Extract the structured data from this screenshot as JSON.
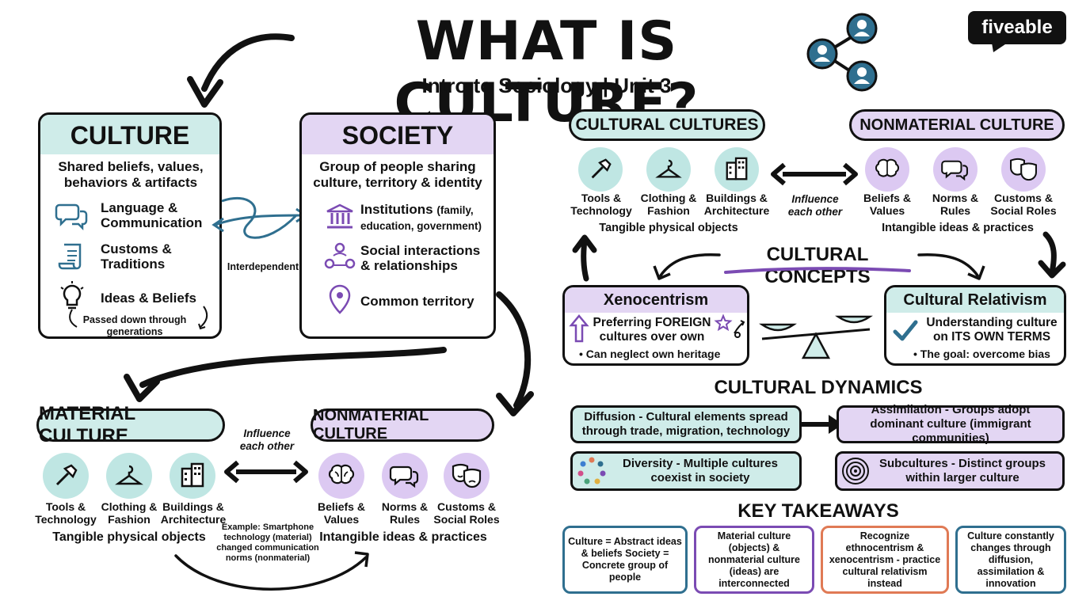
{
  "title": "WHAT IS CULTURE?",
  "subtitle": "Intro to Sociology | Unit 3",
  "brand": "fiveable",
  "culture_box": {
    "heading": "CULTURE",
    "definition": "Shared beliefs, values, behaviors & artifacts",
    "items": [
      {
        "icon": "speech-bubbles-icon",
        "label": "Language & Communication"
      },
      {
        "icon": "scroll-icon",
        "label": "Customs & Traditions"
      },
      {
        "icon": "lightbulb-icon",
        "label": "Ideas & Beliefs"
      }
    ],
    "note": "Passed down through generations"
  },
  "link_label": "Interdependent",
  "society_box": {
    "heading": "SOCIETY",
    "definition": "Group of people sharing culture, territory & identity",
    "items": [
      {
        "icon": "institution-icon",
        "label": "Institutions",
        "detail": "(family, education, government)"
      },
      {
        "icon": "people-network-icon",
        "label": "Social interactions & relationships"
      },
      {
        "icon": "map-pin-icon",
        "label": "Common territory"
      }
    ]
  },
  "left_material": {
    "heading": "MATERIAL CULTURE",
    "items": [
      {
        "icon": "hammer-icon",
        "label": "Tools & Technology"
      },
      {
        "icon": "hanger-icon",
        "label": "Clothing & Fashion"
      },
      {
        "icon": "building-icon",
        "label": "Buildings & Architecture"
      }
    ],
    "footer": "Tangible physical objects"
  },
  "left_influence": "Influence each other",
  "left_nonmaterial": {
    "heading": "NONMATERIAL CULTURE",
    "items": [
      {
        "icon": "brain-icon",
        "label": "Beliefs & Values"
      },
      {
        "icon": "speech-bubbles-icon",
        "label": "Norms & Rules"
      },
      {
        "icon": "theater-masks-icon",
        "label": "Customs & Social Roles"
      }
    ],
    "footer": "Intangible ideas & practices"
  },
  "example_note": "Example: Smartphone technology (material) changed communication norms (nonmaterial)",
  "right_material": {
    "heading": "CULTURAL CULTURES",
    "items": [
      {
        "icon": "hammer-icon",
        "label": "Tools & Technology"
      },
      {
        "icon": "hanger-icon",
        "label": "Clothing & Fashion"
      },
      {
        "icon": "building-icon",
        "label": "Buildings & Architecture"
      }
    ],
    "footer": "Tangible physical objects"
  },
  "right_influence": "Influence each other",
  "right_nonmaterial": {
    "heading": "NONMATERIAL CULTURE",
    "items": [
      {
        "icon": "brain-icon",
        "label": "Beliefs & Values"
      },
      {
        "icon": "speech-bubbles-icon",
        "label": "Norms & Rules"
      },
      {
        "icon": "theater-masks-icon",
        "label": "Customs & Social Roles"
      }
    ],
    "footer": "Intangible ideas & practices"
  },
  "concepts_heading": "CULTURAL CONCEPTS",
  "xenocentrism": {
    "heading": "Xenocentrism",
    "line1": "Preferring FOREIGN",
    "line2": "cultures over own",
    "bullet": "• Can neglect own heritage"
  },
  "relativism": {
    "heading": "Cultural Relativism",
    "line1": "Understanding culture",
    "line2": "on ITS OWN TERMS",
    "bullet": "• The goal: overcome bias"
  },
  "dynamics_heading": "CULTURAL DYNAMICS",
  "dynamics": {
    "diffusion": "Diffusion - Cultural elements spread through trade, migration, technology",
    "assimilation": "Assimilation - Groups adopt dominant culture (immigrant communities)",
    "diversity": "Diversity - Multiple cultures coexist in society",
    "subcultures": "Subcultures - Distinct groups within larger culture"
  },
  "takeaways_heading": "KEY TAKEAWAYS",
  "takeaways": [
    {
      "text": "Culture = Abstract ideas & beliefs Society = Concrete group of people",
      "color": "#2f6f8f"
    },
    {
      "text": "Material culture (objects) & nonmaterial culture (ideas) are interconnected",
      "color": "#7b4bb3"
    },
    {
      "text": "Recognize ethnocentrism & xenocentrism - practice cultural relativism instead",
      "color": "#e07a55"
    },
    {
      "text": "Culture constantly changes through diffusion, assimilation & innovation",
      "color": "#2f6f8f"
    }
  ],
  "colors": {
    "mint": "#cfece9",
    "lavender": "#e3d6f3",
    "teal_icon": "#2f6f8f",
    "purple_icon": "#7b4bb3",
    "brand_bg": "#111111"
  }
}
